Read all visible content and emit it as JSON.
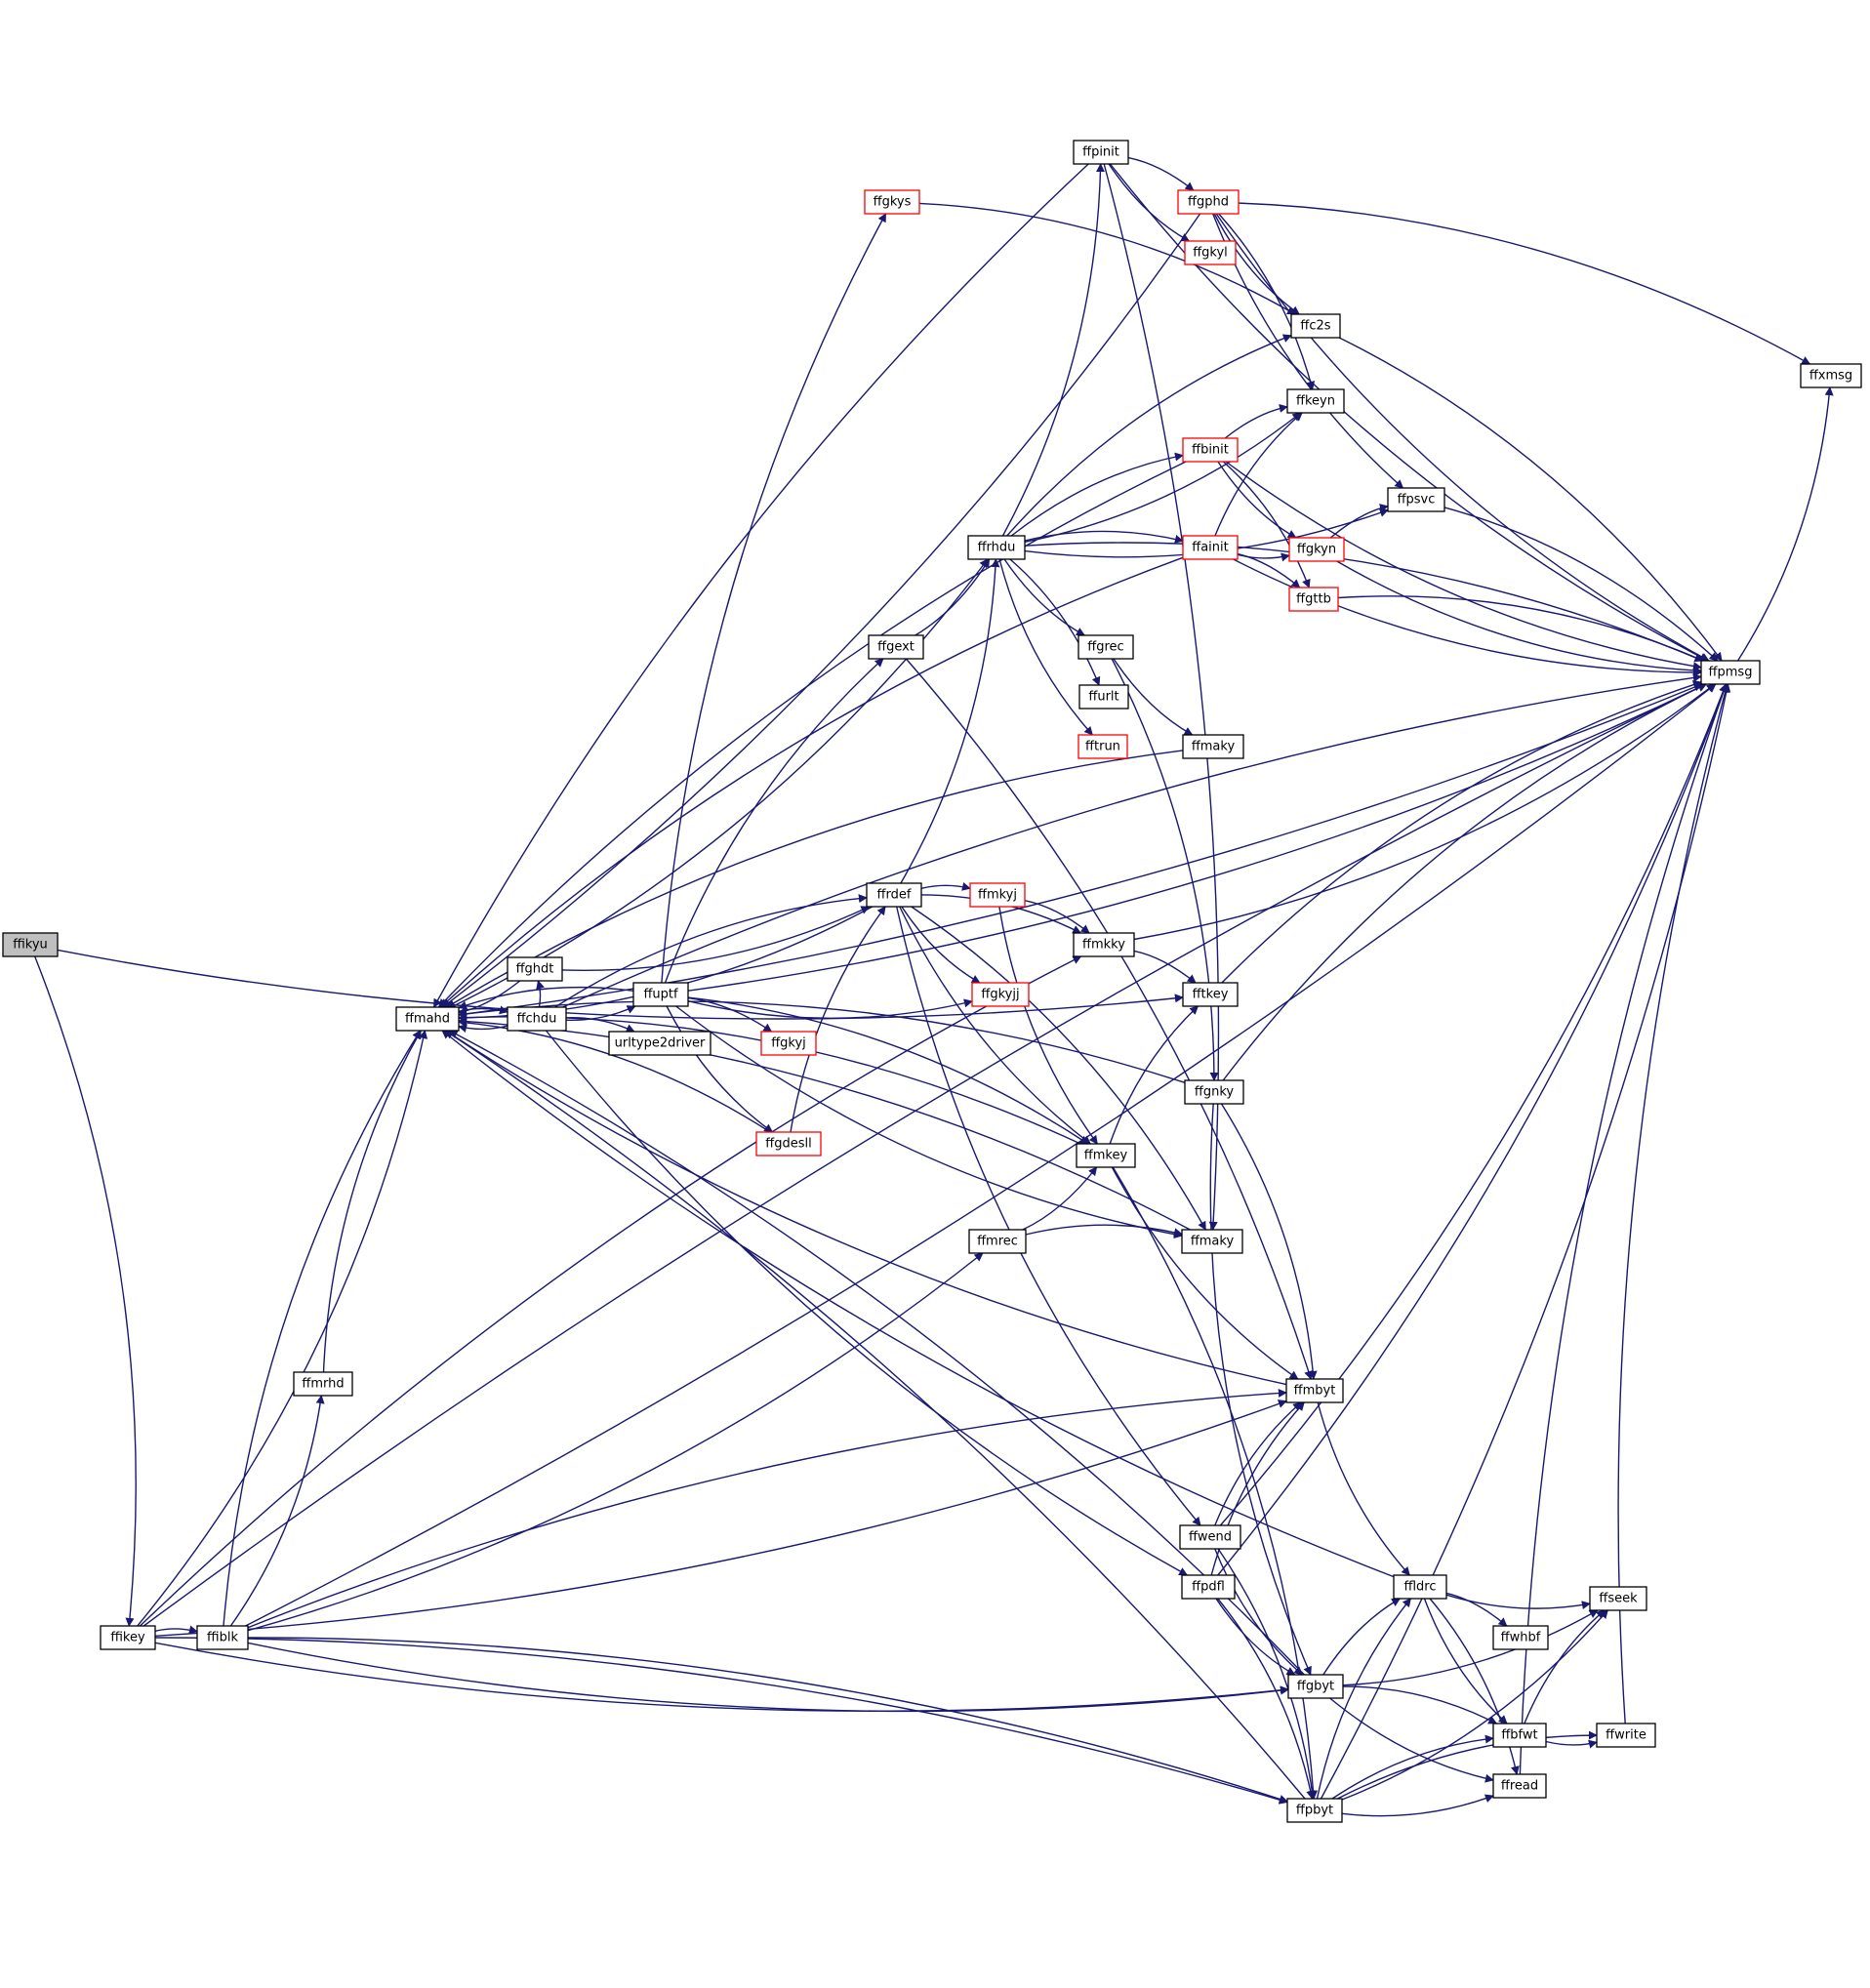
{
  "colors": {
    "edge": "#191970",
    "node_border": "#000000",
    "highlight_border": "#ff0000",
    "root_fill": "#bfbfbf"
  },
  "nodes": [
    {
      "id": "ffikyu",
      "label": "ffikyu",
      "style": "root"
    },
    {
      "id": "ffikey",
      "label": "ffikey",
      "style": "normal"
    },
    {
      "id": "ffiblk",
      "label": "ffiblk",
      "style": "normal"
    },
    {
      "id": "ffmrhd",
      "label": "ffmrhd",
      "style": "normal"
    },
    {
      "id": "ffmahd",
      "label": "ffmahd",
      "style": "normal"
    },
    {
      "id": "ffghdt",
      "label": "ffghdt",
      "style": "normal"
    },
    {
      "id": "ffchdu",
      "label": "ffchdu",
      "style": "normal"
    },
    {
      "id": "ffuptf",
      "label": "ffuptf",
      "style": "normal"
    },
    {
      "id": "urltype2driver",
      "label": "urltype2driver",
      "style": "normal"
    },
    {
      "id": "ffgkys",
      "label": "ffgkys",
      "style": "red"
    },
    {
      "id": "ffgkyj",
      "label": "ffgkyj",
      "style": "red"
    },
    {
      "id": "ffgdesll",
      "label": "ffgdesll",
      "style": "red"
    },
    {
      "id": "ffpinit",
      "label": "ffpinit",
      "style": "normal"
    },
    {
      "id": "ffgphd",
      "label": "ffgphd",
      "style": "red"
    },
    {
      "id": "ffgkyl",
      "label": "ffgkyl",
      "style": "red"
    },
    {
      "id": "ffc2s",
      "label": "ffc2s",
      "style": "normal"
    },
    {
      "id": "ffkeyn",
      "label": "ffkeyn",
      "style": "normal"
    },
    {
      "id": "ffbinit",
      "label": "ffbinit",
      "style": "red"
    },
    {
      "id": "ffpsvc",
      "label": "ffpsvc",
      "style": "normal"
    },
    {
      "id": "ffrhdu",
      "label": "ffrhdu",
      "style": "normal"
    },
    {
      "id": "ffainit",
      "label": "ffainit",
      "style": "red"
    },
    {
      "id": "ffgkyn",
      "label": "ffgkyn",
      "style": "red"
    },
    {
      "id": "ffgttb",
      "label": "ffgttb",
      "style": "red"
    },
    {
      "id": "ffgext",
      "label": "ffgext",
      "style": "normal"
    },
    {
      "id": "ffgrec",
      "label": "ffgrec",
      "style": "normal"
    },
    {
      "id": "ffurlt",
      "label": "ffurlt",
      "style": "normal"
    },
    {
      "id": "fftrun",
      "label": "fftrun",
      "style": "red"
    },
    {
      "id": "ffmaky1",
      "label": "ffmaky",
      "style": "normal"
    },
    {
      "id": "ffrdef",
      "label": "ffrdef",
      "style": "normal"
    },
    {
      "id": "ffmkyj",
      "label": "ffmkyj",
      "style": "red"
    },
    {
      "id": "ffgkyjj",
      "label": "ffgkyjj",
      "style": "red"
    },
    {
      "id": "ffmkky",
      "label": "ffmkky",
      "style": "normal"
    },
    {
      "id": "fftkey",
      "label": "fftkey",
      "style": "normal"
    },
    {
      "id": "ffgnky",
      "label": "ffgnky",
      "style": "normal"
    },
    {
      "id": "ffmkey",
      "label": "ffmkey",
      "style": "normal"
    },
    {
      "id": "ffmrec",
      "label": "ffmrec",
      "style": "normal"
    },
    {
      "id": "ffmaky2",
      "label": "ffmaky",
      "style": "normal"
    },
    {
      "id": "ffmbyt",
      "label": "ffmbyt",
      "style": "normal"
    },
    {
      "id": "ffwend",
      "label": "ffwend",
      "style": "normal"
    },
    {
      "id": "ffpdfl",
      "label": "ffpdfl",
      "style": "normal"
    },
    {
      "id": "ffldrc",
      "label": "ffldrc",
      "style": "normal"
    },
    {
      "id": "ffseek",
      "label": "ffseek",
      "style": "normal"
    },
    {
      "id": "ffwhbf",
      "label": "ffwhbf",
      "style": "normal"
    },
    {
      "id": "ffgbyt",
      "label": "ffgbyt",
      "style": "normal"
    },
    {
      "id": "ffbfwt",
      "label": "ffbfwt",
      "style": "normal"
    },
    {
      "id": "ffwrite",
      "label": "ffwrite",
      "style": "normal"
    },
    {
      "id": "ffpbyt",
      "label": "ffpbyt",
      "style": "normal"
    },
    {
      "id": "ffread",
      "label": "ffread",
      "style": "normal"
    },
    {
      "id": "ffpmsg",
      "label": "ffpmsg",
      "style": "normal"
    },
    {
      "id": "ffxmsg",
      "label": "ffxmsg",
      "style": "normal"
    }
  ],
  "edges": [
    [
      "ffikyu",
      "ffikey"
    ],
    [
      "ffikyu",
      "fftkey"
    ],
    [
      "ffikey",
      "ffiblk"
    ],
    [
      "ffikey",
      "ffmahd"
    ],
    [
      "ffikey",
      "ffmkky"
    ],
    [
      "ffikey",
      "ffmbyt"
    ],
    [
      "ffikey",
      "ffpbyt"
    ],
    [
      "ffikey",
      "ffgbyt"
    ],
    [
      "ffikey",
      "ffpmsg"
    ],
    [
      "ffiblk",
      "ffmrhd"
    ],
    [
      "ffiblk",
      "ffmahd"
    ],
    [
      "ffiblk",
      "ffmrec"
    ],
    [
      "ffiblk",
      "ffmbyt"
    ],
    [
      "ffiblk",
      "ffgbyt"
    ],
    [
      "ffiblk",
      "ffpbyt"
    ],
    [
      "ffiblk",
      "ffpmsg"
    ],
    [
      "ffmrhd",
      "ffmahd"
    ],
    [
      "ffmahd",
      "ffrhdu"
    ],
    [
      "ffmahd",
      "ffchdu"
    ],
    [
      "ffmahd",
      "ffpmsg"
    ],
    [
      "ffghdt",
      "ffmahd"
    ],
    [
      "ffghdt",
      "ffrdef"
    ],
    [
      "ffchdu",
      "ffmahd"
    ],
    [
      "ffchdu",
      "ffghdt"
    ],
    [
      "ffchdu",
      "ffrdef"
    ],
    [
      "ffchdu",
      "ffuptf"
    ],
    [
      "ffchdu",
      "urltype2driver"
    ],
    [
      "ffchdu",
      "ffpdfl"
    ],
    [
      "ffchdu",
      "ffpmsg"
    ],
    [
      "ffuptf",
      "ffmahd"
    ],
    [
      "ffuptf",
      "ffgkys"
    ],
    [
      "ffuptf",
      "ffgkyjj"
    ],
    [
      "ffuptf",
      "ffgkyj"
    ],
    [
      "ffuptf",
      "ffgdesll"
    ],
    [
      "ffuptf",
      "ffmkey"
    ],
    [
      "ffuptf",
      "ffmaky2"
    ],
    [
      "ffuptf",
      "ffgext"
    ],
    [
      "ffuptf",
      "ffpmsg"
    ],
    [
      "ffgkys",
      "ffc2s"
    ],
    [
      "ffgdesll",
      "ffmahd"
    ],
    [
      "ffgdesll",
      "ffrdef"
    ],
    [
      "ffpinit",
      "ffmahd"
    ],
    [
      "ffpinit",
      "ffgphd"
    ],
    [
      "ffpinit",
      "ffgkyl"
    ],
    [
      "ffpinit",
      "ffmaky2"
    ],
    [
      "ffpinit",
      "ffpmsg"
    ],
    [
      "ffgphd",
      "ffmahd"
    ],
    [
      "ffgphd",
      "ffc2s"
    ],
    [
      "ffgphd",
      "ffkeyn"
    ],
    [
      "ffgphd",
      "ffpsvc"
    ],
    [
      "ffgphd",
      "ffxmsg"
    ],
    [
      "ffgphd",
      "ffpmsg"
    ],
    [
      "ffc2s",
      "ffpmsg"
    ],
    [
      "ffbinit",
      "ffmahd"
    ],
    [
      "ffbinit",
      "ffkeyn"
    ],
    [
      "ffbinit",
      "ffgkyn"
    ],
    [
      "ffbinit",
      "ffgttb"
    ],
    [
      "ffbinit",
      "ffpmsg"
    ],
    [
      "ffpsvc",
      "ffpmsg"
    ],
    [
      "ffrhdu",
      "ffpinit"
    ],
    [
      "ffrhdu",
      "ffc2s"
    ],
    [
      "ffrhdu",
      "ffkeyn"
    ],
    [
      "ffrhdu",
      "ffbinit"
    ],
    [
      "ffrhdu",
      "ffpsvc"
    ],
    [
      "ffrhdu",
      "ffainit"
    ],
    [
      "ffrhdu",
      "ffgrec"
    ],
    [
      "ffrhdu",
      "ffurlt"
    ],
    [
      "ffrhdu",
      "fftrun"
    ],
    [
      "ffrhdu",
      "ffpmsg"
    ],
    [
      "ffainit",
      "ffmahd"
    ],
    [
      "ffainit",
      "ffkeyn"
    ],
    [
      "ffainit",
      "ffgkyn"
    ],
    [
      "ffainit",
      "ffgttb"
    ],
    [
      "ffainit",
      "ffpmsg"
    ],
    [
      "ffgkyn",
      "ffpsvc"
    ],
    [
      "ffgkyn",
      "ffpmsg"
    ],
    [
      "ffgttb",
      "ffpmsg"
    ],
    [
      "ffgext",
      "ffrhdu"
    ],
    [
      "ffgext",
      "ffmbyt"
    ],
    [
      "ffgrec",
      "ffmaky1"
    ],
    [
      "ffgrec",
      "ffgnky"
    ],
    [
      "ffmaky1",
      "ffmahd"
    ],
    [
      "ffrdef",
      "ffmahd"
    ],
    [
      "ffrdef",
      "ffrhdu"
    ],
    [
      "ffrdef",
      "ffmkyj"
    ],
    [
      "ffrdef",
      "ffgkyjj"
    ],
    [
      "ffrdef",
      "ffmkky"
    ],
    [
      "ffrdef",
      "ffmkey"
    ],
    [
      "ffrdef",
      "ffmaky2"
    ],
    [
      "ffrdef",
      "ffwend"
    ],
    [
      "ffmkyj",
      "ffmkky"
    ],
    [
      "ffmkyj",
      "ffmkey"
    ],
    [
      "ffmkky",
      "fftkey"
    ],
    [
      "ffmkky",
      "ffpmsg"
    ],
    [
      "fftkey",
      "ffpmsg"
    ],
    [
      "ffgnky",
      "ffmahd"
    ],
    [
      "ffgnky",
      "ffmbyt"
    ],
    [
      "ffgnky",
      "ffgbyt"
    ],
    [
      "ffgnky",
      "ffpmsg"
    ],
    [
      "ffmkey",
      "ffmahd"
    ],
    [
      "ffmkey",
      "fftkey"
    ],
    [
      "ffmkey",
      "ffmbyt"
    ],
    [
      "ffmkey",
      "ffpbyt"
    ],
    [
      "ffmrec",
      "ffmkey"
    ],
    [
      "ffmrec",
      "ffmaky2"
    ],
    [
      "ffmaky2",
      "ffmahd"
    ],
    [
      "ffmbyt",
      "ffmahd"
    ],
    [
      "ffmbyt",
      "ffldrc"
    ],
    [
      "ffwend",
      "ffmbyt"
    ],
    [
      "ffwend",
      "ffgbyt"
    ],
    [
      "ffwend",
      "ffpbyt"
    ],
    [
      "ffwend",
      "ffpmsg"
    ],
    [
      "ffpdfl",
      "ffmbyt"
    ],
    [
      "ffpdfl",
      "ffgbyt"
    ],
    [
      "ffpdfl",
      "ffpbyt"
    ],
    [
      "ffpdfl",
      "ffpmsg"
    ],
    [
      "ffldrc",
      "ffmahd"
    ],
    [
      "ffldrc",
      "ffseek"
    ],
    [
      "ffldrc",
      "ffwhbf"
    ],
    [
      "ffldrc",
      "ffbfwt"
    ],
    [
      "ffldrc",
      "ffread"
    ],
    [
      "ffgbyt",
      "ffmahd"
    ],
    [
      "ffgbyt",
      "ffldrc"
    ],
    [
      "ffgbyt",
      "ffseek"
    ],
    [
      "ffgbyt",
      "ffbfwt"
    ],
    [
      "ffgbyt",
      "ffread"
    ],
    [
      "ffbfwt",
      "ffseek"
    ],
    [
      "ffbfwt",
      "ffwrite"
    ],
    [
      "ffwrite",
      "ffpmsg"
    ],
    [
      "ffpbyt",
      "ffmahd"
    ],
    [
      "ffpbyt",
      "ffldrc"
    ],
    [
      "ffpbyt",
      "ffseek"
    ],
    [
      "ffpbyt",
      "ffbfwt"
    ],
    [
      "ffpbyt",
      "ffread"
    ],
    [
      "ffpbyt",
      "ffwrite"
    ],
    [
      "ffpbyt",
      "ffpmsg"
    ],
    [
      "ffread",
      "ffpmsg"
    ],
    [
      "ffpmsg",
      "ffxmsg"
    ]
  ]
}
